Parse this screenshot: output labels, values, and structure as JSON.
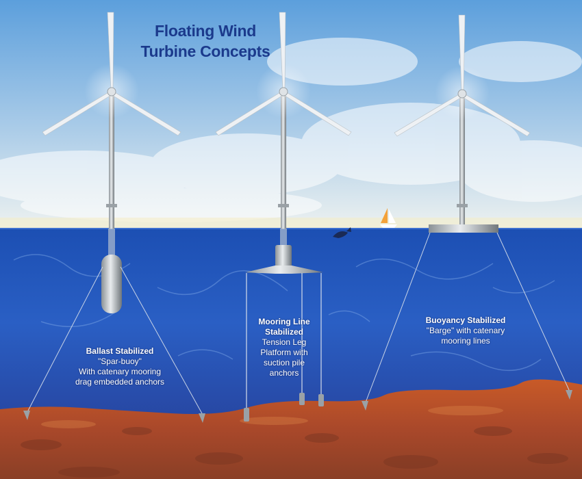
{
  "title": {
    "line1": "Floating Wind",
    "line2": "Turbine Concepts"
  },
  "concepts": [
    {
      "heading": "Ballast Stabilized",
      "lines": [
        "\"Spar-buoy\"",
        "With catenary mooring",
        "drag embedded anchors"
      ]
    },
    {
      "heading_lines": [
        "Mooring Line",
        "Stabilized"
      ],
      "lines": [
        "Tension Leg",
        "Platform with",
        "suction pile",
        "anchors"
      ]
    },
    {
      "heading": "Buoyancy Stabilized",
      "lines": [
        "\"Barge\" with catenary",
        "mooring lines"
      ]
    }
  ],
  "colors": {
    "title": "#1b3a8c",
    "sky_top": "#6aa9df",
    "sky_bottom": "#e8eef2",
    "sea_top": "#1f56b8",
    "sea_bottom": "#2d4ca6",
    "seabed": "#b5502a",
    "turbine": "#eef1f4",
    "label_text": "#ffffff"
  },
  "icons": [
    "wind-turbine-icon",
    "sailboat-icon",
    "whale-icon",
    "anchor-icon"
  ]
}
